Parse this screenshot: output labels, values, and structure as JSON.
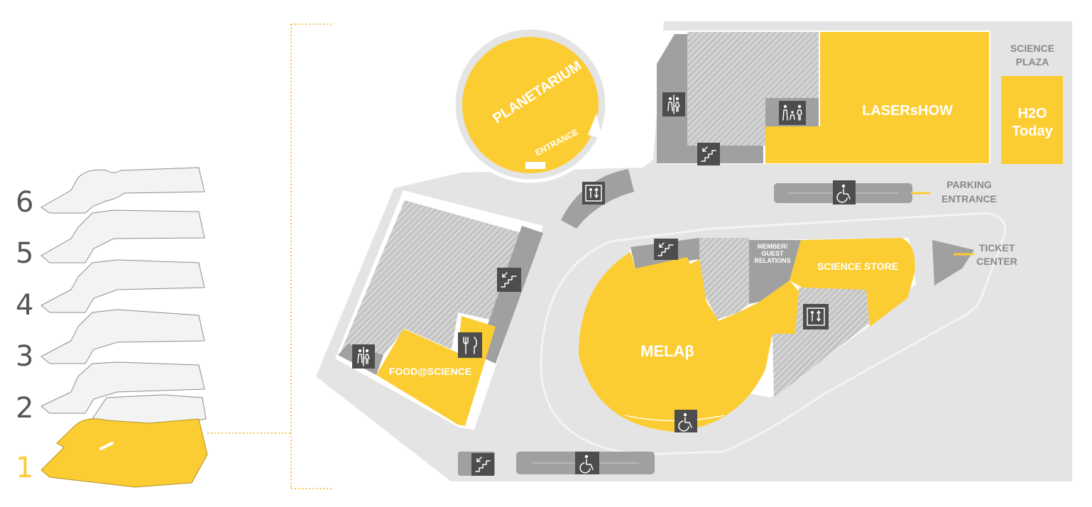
{
  "floor_selector": {
    "floors": [
      "6",
      "5",
      "4",
      "3",
      "2",
      "1"
    ],
    "active_floor": "1"
  },
  "map": {
    "areas": {
      "planetarium": "PLANETARIUM",
      "planetarium_entrance": "ENTRANCE",
      "lasershow": "LASERsHOW",
      "science_plaza": [
        "SCIENCE",
        "PLAZA"
      ],
      "h2o_today": [
        "H2O",
        "Today"
      ],
      "parking_entrance": [
        "PARKING",
        "ENTRANCE"
      ],
      "ticket_center": [
        "TICKET",
        "CENTER"
      ],
      "member_guest_relations": [
        "MEMBER/",
        "GUEST",
        "RELATIONS"
      ],
      "science_store": "SCIENCE STORE",
      "mela": "MELAβ",
      "food_science": "FOOD@SCIENCE"
    },
    "icons": [
      "restroom-icon",
      "stairs-icon",
      "family-restroom-icon",
      "elevator-icon",
      "accessible-icon",
      "dining-icon"
    ]
  },
  "colors": {
    "highlight": "#fccd32",
    "floor_plate": "#e4e4e4",
    "wall": "#a0a0a0",
    "icon_box": "#4d4d4d",
    "label_grey": "#888888"
  }
}
